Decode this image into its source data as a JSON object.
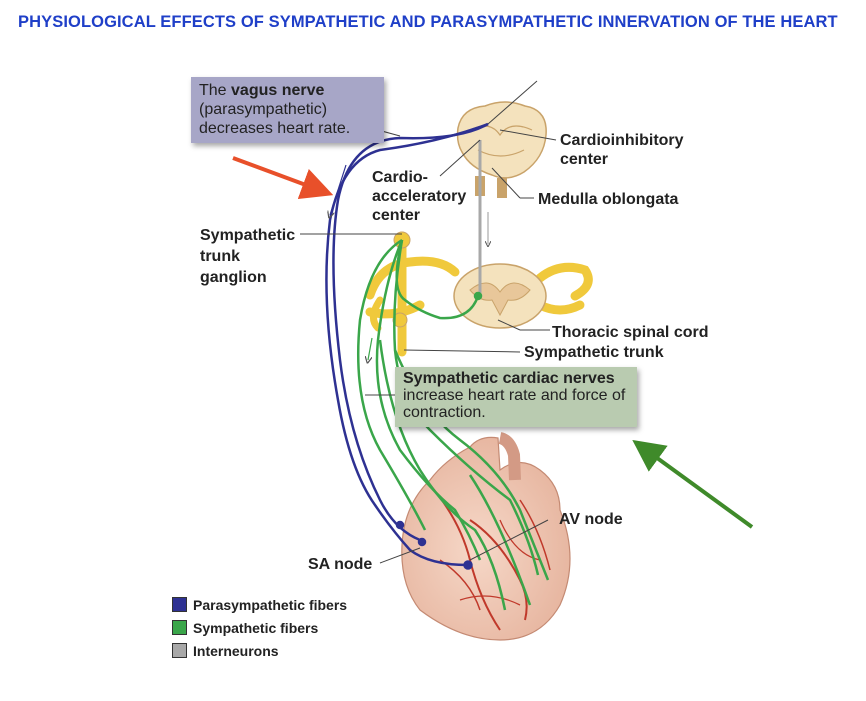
{
  "title": "PHYSIOLOGICAL EFFECTS OF SYMPATHETIC AND PARASYMPATHETIC INNERVATION OF THE HEART",
  "vagus_box": {
    "prefix": "The ",
    "bold": "vagus nerve",
    "line2": "(parasympathetic)",
    "line3": "decreases heart rate."
  },
  "sympathetic_box": {
    "bold": "Sympathetic cardiac nerves",
    "rest": " increase heart rate and force of contraction."
  },
  "labels": {
    "cardioinhibitory": "Cardioinhibitory center",
    "cardioacceleratory": "Cardio- acceleratory center",
    "medulla": "Medulla oblongata",
    "trunk_ganglion": "Sympathetic trunk ganglion",
    "thoracic": "Thoracic spinal cord",
    "symp_trunk": "Sympathetic trunk",
    "av_node": "AV node",
    "sa_node": "SA node"
  },
  "legend": [
    {
      "label": "Parasympathetic fibers",
      "color": "#2e3192"
    },
    {
      "label": "Sympathetic fibers",
      "color": "#3aa64a"
    },
    {
      "label": "Interneurons",
      "color": "#a8a8a8"
    }
  ],
  "colors": {
    "parasympathetic": "#2e3192",
    "sympathetic": "#3aa64a",
    "interneuron": "#a8a8a8",
    "red_arrow": "#e8502a",
    "green_arrow": "#3f8a2a",
    "title": "#1f3fc8"
  }
}
